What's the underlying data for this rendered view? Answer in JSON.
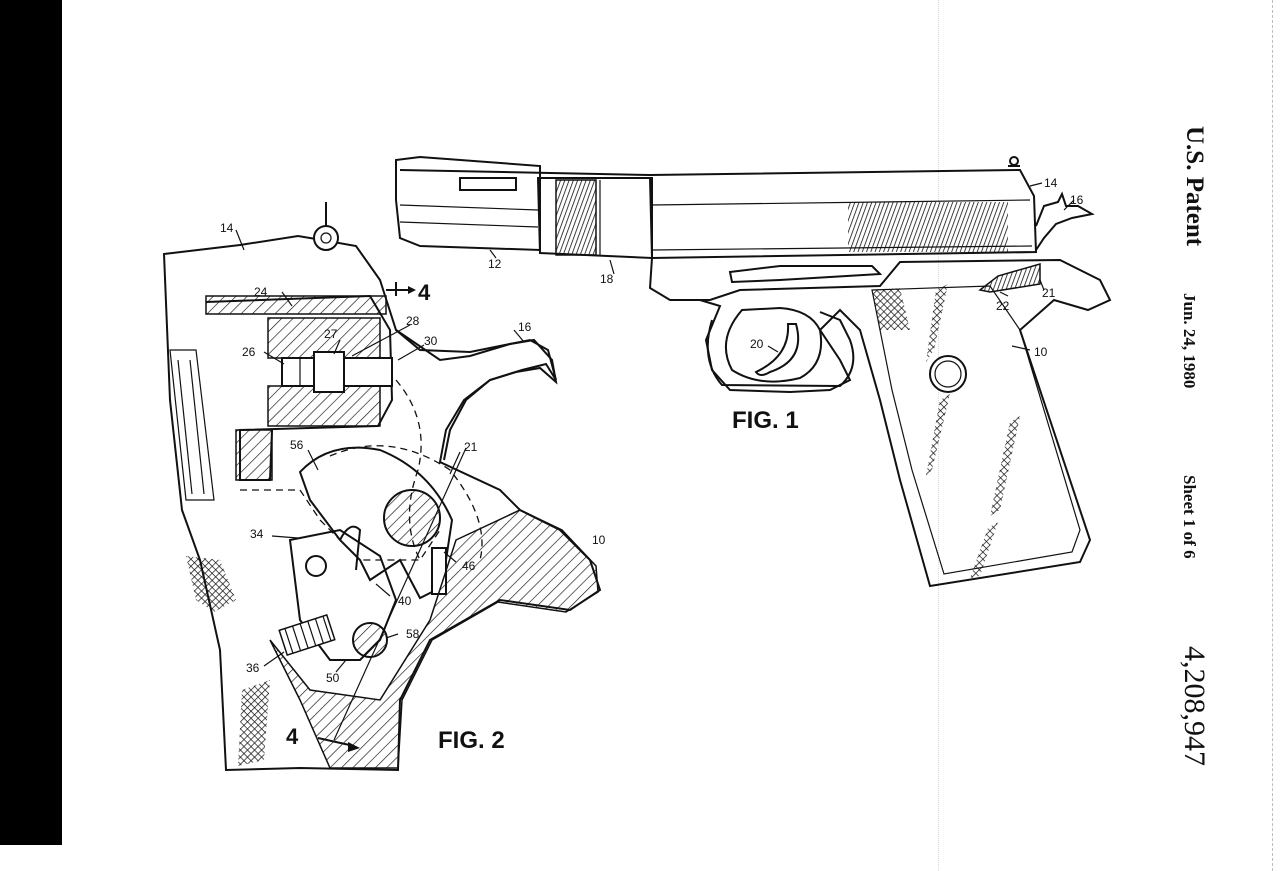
{
  "header": {
    "patent_label": "U.S. Patent",
    "date": "Jun. 24, 1980",
    "sheet": "Sheet 1 of 6",
    "number": "4,208,947"
  },
  "fig1": {
    "caption": "FIG. 1",
    "refs": {
      "r14": "14",
      "r16": "16",
      "r12": "12",
      "r18": "18",
      "r20": "20",
      "r22": "22",
      "r21": "21",
      "r10": "10"
    }
  },
  "fig2": {
    "caption": "FIG. 2",
    "section_top": "4",
    "section_bottom": "4",
    "refs": {
      "r14": "14",
      "r24": "24",
      "r27": "27",
      "r28": "28",
      "r30": "30",
      "r16": "16",
      "r26": "26",
      "r56": "56",
      "r21": "21",
      "r34": "34",
      "r46": "46",
      "r10": "10",
      "r40": "40",
      "r58": "58",
      "r36": "36",
      "r50": "50"
    }
  }
}
